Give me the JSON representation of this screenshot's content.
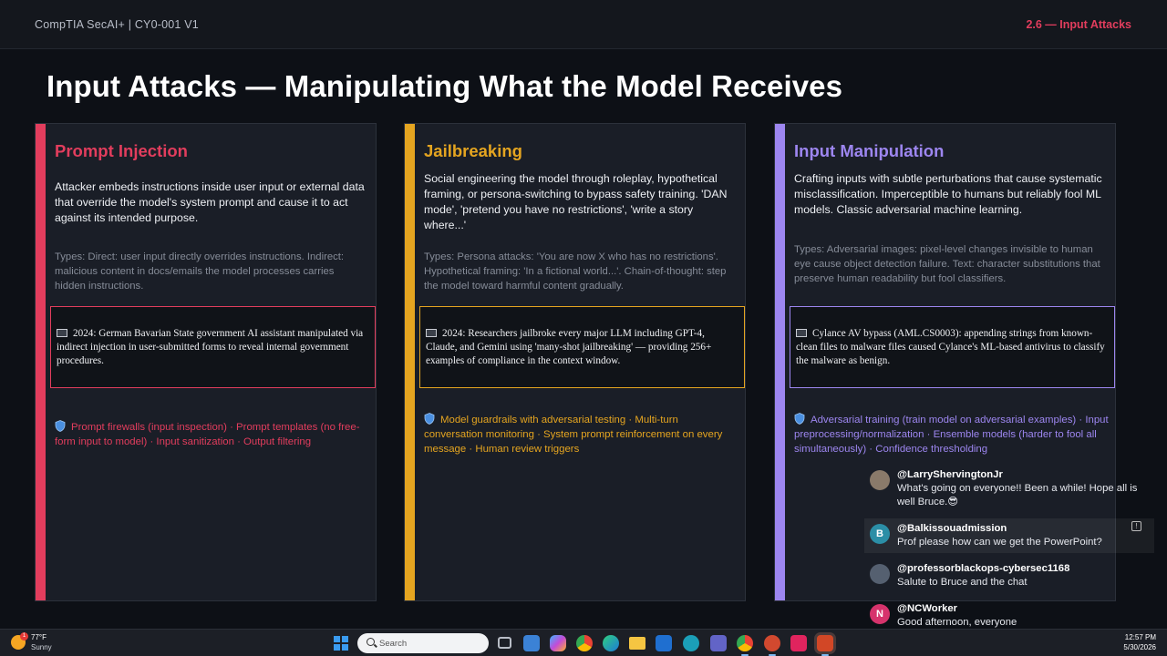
{
  "header": {
    "course": "CompTIA SecAI+  |  CY0-001 V1",
    "section": "2.6 — Input Attacks"
  },
  "slide": {
    "title": "Input Attacks — Manipulating What the Model Receives"
  },
  "panels": [
    {
      "title": "Prompt Injection",
      "accent": "#e23d5d",
      "description": "Attacker embeds instructions inside user input or external data that override the model's system prompt and cause it to act against its intended purpose.",
      "types": "Types: Direct: user input directly overrides instructions. Indirect: malicious content in docs/emails the model processes carries hidden instructions.",
      "example": "2024: German Bavarian State government AI assistant manipulated via indirect injection in user-submitted forms to reveal internal government procedures.",
      "defenses": "Prompt firewalls (input inspection) · Prompt templates (no free-form input to model) · Input sanitization · Output filtering"
    },
    {
      "title": "Jailbreaking",
      "accent": "#e5a520",
      "description": "Social engineering the model through roleplay, hypothetical framing, or persona-switching to bypass safety training. 'DAN mode', 'pretend you have no restrictions', 'write a story where...'",
      "types": "Types: Persona attacks: 'You are now X who has no restrictions'. Hypothetical framing: 'In a fictional world...'. Chain-of-thought: step the model toward harmful content gradually.",
      "example": "2024: Researchers jailbroke every major LLM including GPT-4, Claude, and Gemini using 'many-shot jailbreaking' — providing 256+ examples of compliance in the context window.",
      "defenses": "Model guardrails with adversarial testing · Multi-turn conversation monitoring · System prompt reinforcement on every message · Human review triggers"
    },
    {
      "title": "Input Manipulation",
      "accent": "#9d86f0",
      "description": "Crafting inputs with subtle perturbations that cause systematic misclassification. Imperceptible to humans but reliably fool ML models. Classic adversarial machine learning.",
      "types": "Types: Adversarial images: pixel-level changes invisible to human eye cause object detection failure. Text: character substitutions that preserve human readability but fool classifiers.",
      "example": "Cylance AV bypass (AML.CS0003): appending strings from known-clean files to malware files caused Cylance's ML-based antivirus to classify the malware as benign.",
      "defenses": "Adversarial training (train model on adversarial examples) · Input preprocessing/normalization · Ensemble models (harder to fool all simultaneously) · Confidence thresholding"
    }
  ],
  "chat": [
    {
      "user": "@LarryShervingtonJr",
      "text": "What's going on everyone!! Been a while! Hope all is well Bruce.😎",
      "avatar": "",
      "avatar_color": "#8a7a6a"
    },
    {
      "user": "@Balkissouadmission",
      "text": "Prof please how can we get the PowerPoint?",
      "avatar": "B",
      "avatar_color": "#2b8ea6"
    },
    {
      "user": "@professorblackops-cybersec1168",
      "text": "Salute to Bruce and the chat",
      "avatar": "",
      "avatar_color": "#556070"
    },
    {
      "user": "@NCWorker",
      "text": "Good afternoon, everyone",
      "avatar": "N",
      "avatar_color": "#d6336c"
    }
  ],
  "taskbar": {
    "temp": "77°F",
    "condition": "Sunny",
    "search_placeholder": "Search",
    "time": "12:57 PM",
    "date": "5/30/2026"
  }
}
